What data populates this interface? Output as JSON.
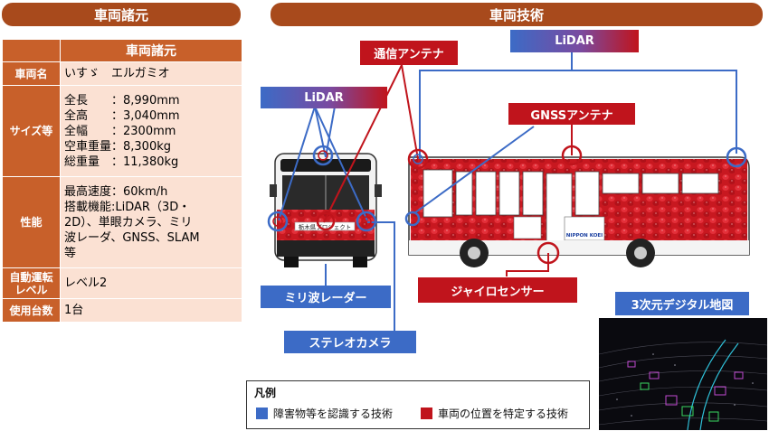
{
  "headers": {
    "left": "車両諸元",
    "right": "車両技術"
  },
  "spec_table": {
    "header": "車両諸元",
    "rows": [
      {
        "key": "車両名",
        "lines": [
          "いすゞ　エルガミオ"
        ]
      },
      {
        "key": "サイズ等",
        "lines": [
          "全長　　：8,990mm",
          "全高　　：3,040mm",
          "全幅　　：2300mm",
          "空車重量：8,300kg",
          "総重量　：11,380kg"
        ]
      },
      {
        "key": "性能",
        "lines": [
          "最高速度：60km/h",
          "搭載機能:LiDAR（3D・",
          "2D）、単眼カメラ、ミリ",
          "波レーダ、GNSS、SLAM",
          "等"
        ]
      },
      {
        "key_lines": [
          "自動運転",
          "レベル"
        ],
        "lines": [
          "レベル2"
        ]
      },
      {
        "key": "使用台数",
        "lines": [
          "1台"
        ]
      }
    ]
  },
  "labels": {
    "antenna": "通信アンテナ",
    "lidar_top": "LiDAR",
    "lidar_left": "LiDAR",
    "gnss": "GNSSアンテナ",
    "radar": "ミリ波レーダー",
    "stereo": "ステレオカメラ",
    "gyro": "ジャイロセンサー",
    "map_title": "3次元デジタル地図"
  },
  "legend": {
    "title": "凡例",
    "blue_text": "障害物等を認識する技術",
    "red_text": "車両の位置を特定する技術"
  },
  "bus_front_sign": "栃木県プロジェクト",
  "bus_side_company": "NIPPON KOEI",
  "colors": {
    "header_bg": "#a84a1c",
    "key_bg": "#c8602a",
    "val_bg": "#fbe1d3",
    "red": "#c0141c",
    "blue": "#3c6bc6",
    "strawberry": "#c81820"
  }
}
